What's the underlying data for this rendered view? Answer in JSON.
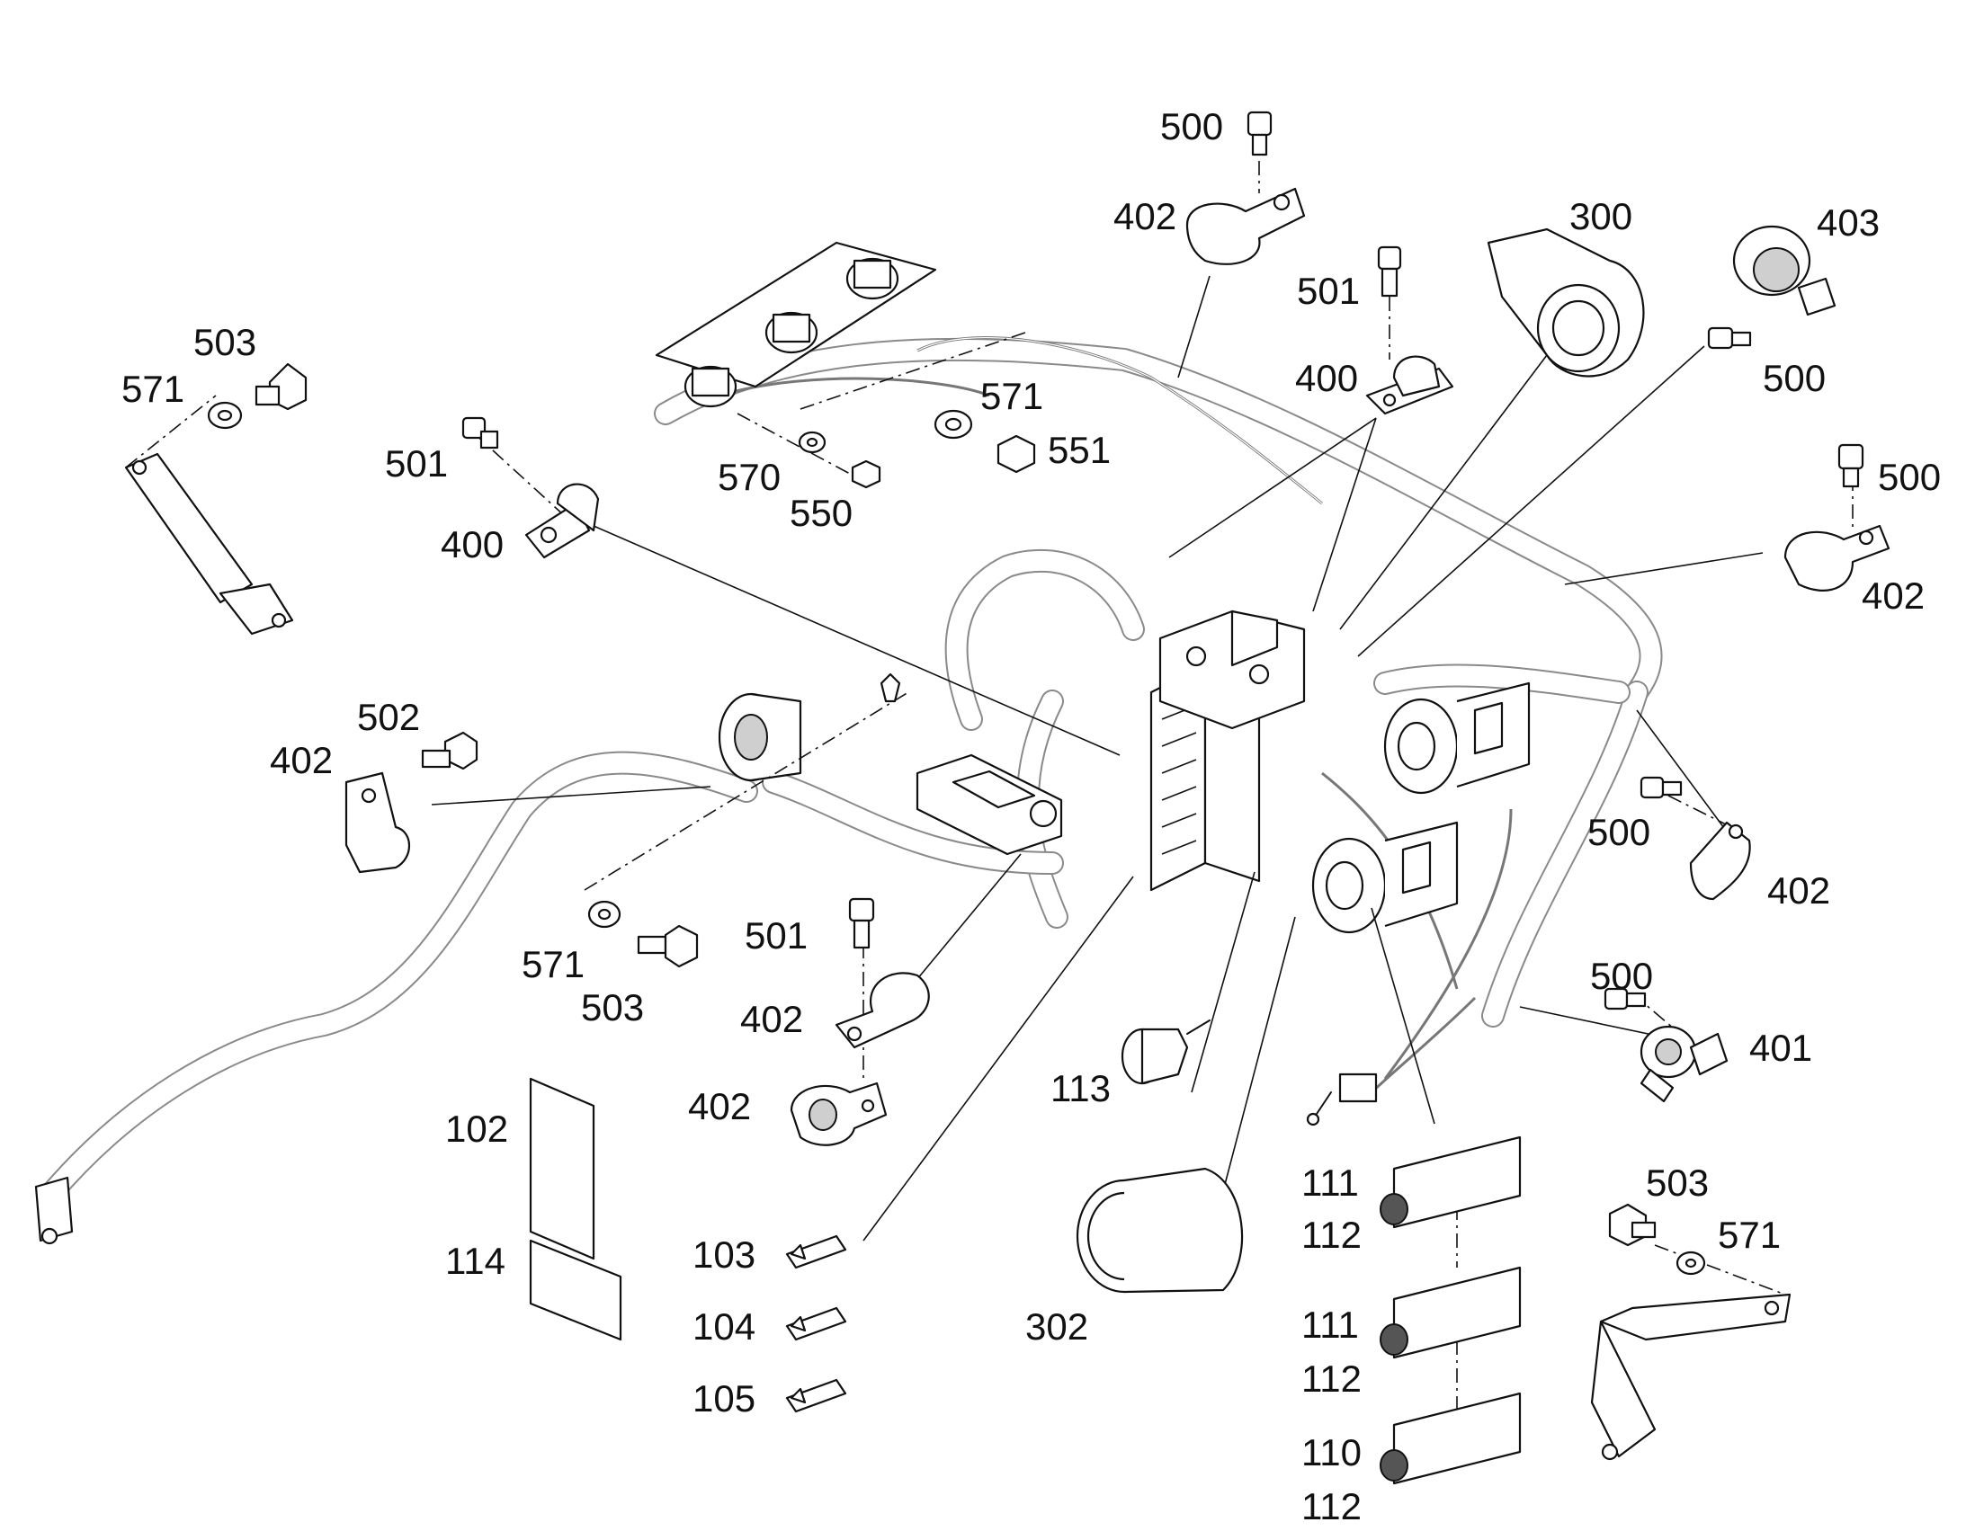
{
  "callouts": [
    {
      "id": "c500a",
      "text": "500"
    },
    {
      "id": "c402a",
      "text": "402"
    },
    {
      "id": "c300",
      "text": "300"
    },
    {
      "id": "c403",
      "text": "403"
    },
    {
      "id": "c501a",
      "text": "501"
    },
    {
      "id": "c400a",
      "text": "400"
    },
    {
      "id": "c500b",
      "text": "500"
    },
    {
      "id": "c503a",
      "text": "503"
    },
    {
      "id": "c571a",
      "text": "571"
    },
    {
      "id": "c571b",
      "text": "571"
    },
    {
      "id": "c551",
      "text": "551"
    },
    {
      "id": "c570",
      "text": "570"
    },
    {
      "id": "c550",
      "text": "550"
    },
    {
      "id": "c501b",
      "text": "501"
    },
    {
      "id": "c400b",
      "text": "400"
    },
    {
      "id": "c500c",
      "text": "500"
    },
    {
      "id": "c402b",
      "text": "402"
    },
    {
      "id": "c502",
      "text": "502"
    },
    {
      "id": "c402c",
      "text": "402"
    },
    {
      "id": "c500d",
      "text": "500"
    },
    {
      "id": "c402d",
      "text": "402"
    },
    {
      "id": "c501c",
      "text": "501"
    },
    {
      "id": "c571c",
      "text": "571"
    },
    {
      "id": "c503b",
      "text": "503"
    },
    {
      "id": "c402e",
      "text": "402"
    },
    {
      "id": "c500e",
      "text": "500"
    },
    {
      "id": "c401",
      "text": "401"
    },
    {
      "id": "c402f",
      "text": "402"
    },
    {
      "id": "c113",
      "text": "113"
    },
    {
      "id": "c102",
      "text": "102"
    },
    {
      "id": "c114",
      "text": "114"
    },
    {
      "id": "c111a",
      "text": "111"
    },
    {
      "id": "c112a",
      "text": "112"
    },
    {
      "id": "c503c",
      "text": "503"
    },
    {
      "id": "c571d",
      "text": "571"
    },
    {
      "id": "c103",
      "text": "103"
    },
    {
      "id": "c104",
      "text": "104"
    },
    {
      "id": "c105",
      "text": "105"
    },
    {
      "id": "c302",
      "text": "302"
    },
    {
      "id": "c111b",
      "text": "111"
    },
    {
      "id": "c112b",
      "text": "112"
    },
    {
      "id": "c110",
      "text": "110"
    },
    {
      "id": "c112c",
      "text": "112"
    }
  ]
}
